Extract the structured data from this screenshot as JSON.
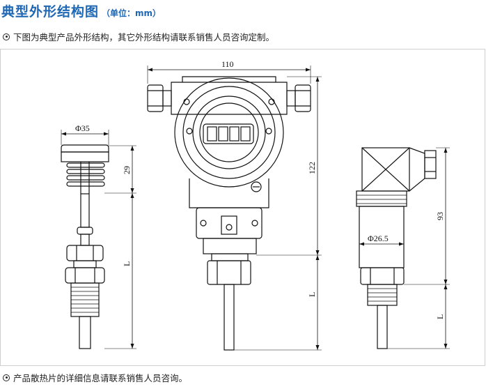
{
  "header": {
    "title": "典型外形结构图",
    "unit": "（单位：mm）"
  },
  "notes": {
    "intro": "下图为典型产品外形结构，其它外形结构请联系销售人员咨询定制。",
    "footer": "产品散热片的详细信息请联系销售人员咨询。"
  },
  "dimensions": {
    "d35": "Φ35",
    "h29": "29",
    "l_left": "L",
    "w110": "110",
    "h122": "122",
    "l_mid": "L",
    "h93": "93",
    "d26_5": "Φ26.5",
    "l_right": "L"
  },
  "colors": {
    "title": "#1d67b4",
    "line": "#111111"
  }
}
